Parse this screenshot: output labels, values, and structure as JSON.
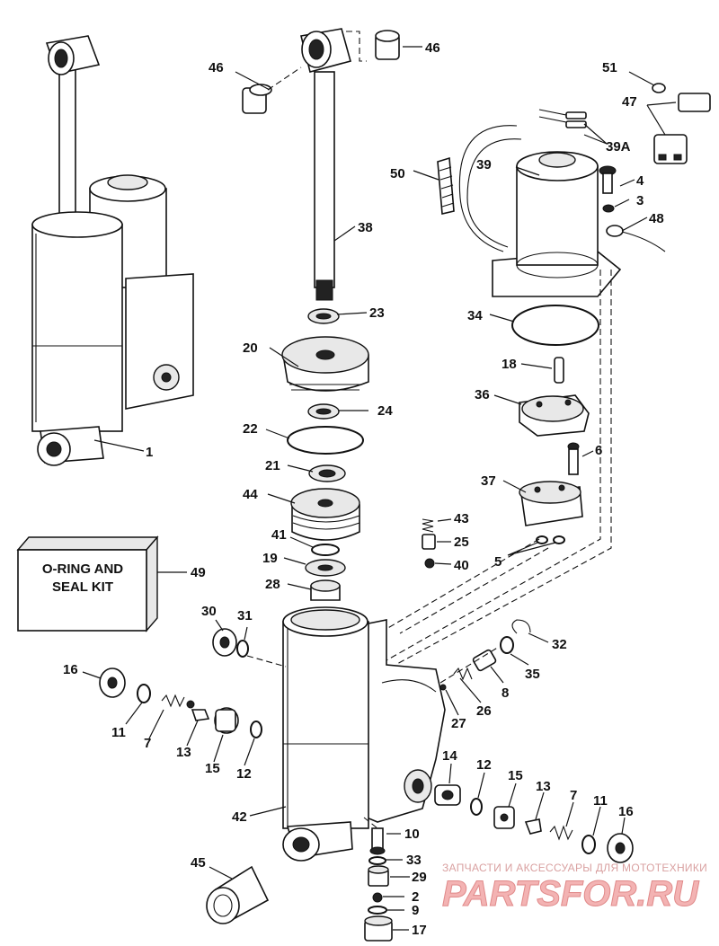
{
  "kit_box": {
    "line1": "O-RING AND",
    "line2": "SEAL KIT"
  },
  "watermark": {
    "line1": "ЗАПЧАСТИ И АКСЕССУАРЫ ДЛЯ МОТОТЕХНИКИ",
    "line2": "PARTSFOR.RU"
  },
  "labels": {
    "p1": "1",
    "p2": "2",
    "p3": "3",
    "p4": "4",
    "p5": "5",
    "p6": "6",
    "p7a": "7",
    "p7b": "7",
    "p8": "8",
    "p9": "9",
    "p10": "10",
    "p11a": "11",
    "p11b": "11",
    "p12a": "12",
    "p12b": "12",
    "p13a": "13",
    "p13b": "13",
    "p14": "14",
    "p15a": "15",
    "p15b": "15",
    "p16a": "16",
    "p16b": "16",
    "p17": "17",
    "p18": "18",
    "p19": "19",
    "p20": "20",
    "p21": "21",
    "p22": "22",
    "p23": "23",
    "p24": "24",
    "p25": "25",
    "p26": "26",
    "p27": "27",
    "p28": "28",
    "p29": "29",
    "p30": "30",
    "p31": "31",
    "p32": "32",
    "p33": "33",
    "p34": "34",
    "p35": "35",
    "p36": "36",
    "p37": "37",
    "p38": "38",
    "p39": "39",
    "p39a": "39A",
    "p40": "40",
    "p41": "41",
    "p42": "42",
    "p43": "43",
    "p44": "44",
    "p45": "45",
    "p46a": "46",
    "p46b": "46",
    "p47": "47",
    "p48": "48",
    "p49": "49",
    "p50": "50",
    "p51": "51"
  }
}
